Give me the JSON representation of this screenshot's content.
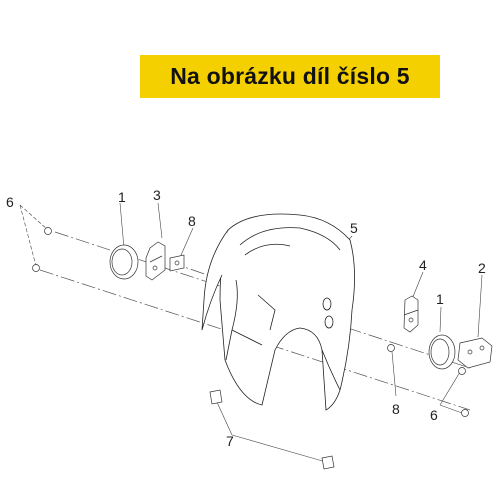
{
  "banner": {
    "text": "Na obrázku díl číslo 5",
    "color": "#f5d000"
  },
  "callouts": {
    "c1_left": "1",
    "c3": "3",
    "c8_top": "8",
    "c5": "5",
    "c4": "4",
    "c2": "2",
    "c1_right": "1",
    "c6_left": "6",
    "c6_right": "6",
    "c8_bottom": "8",
    "c7": "7"
  }
}
